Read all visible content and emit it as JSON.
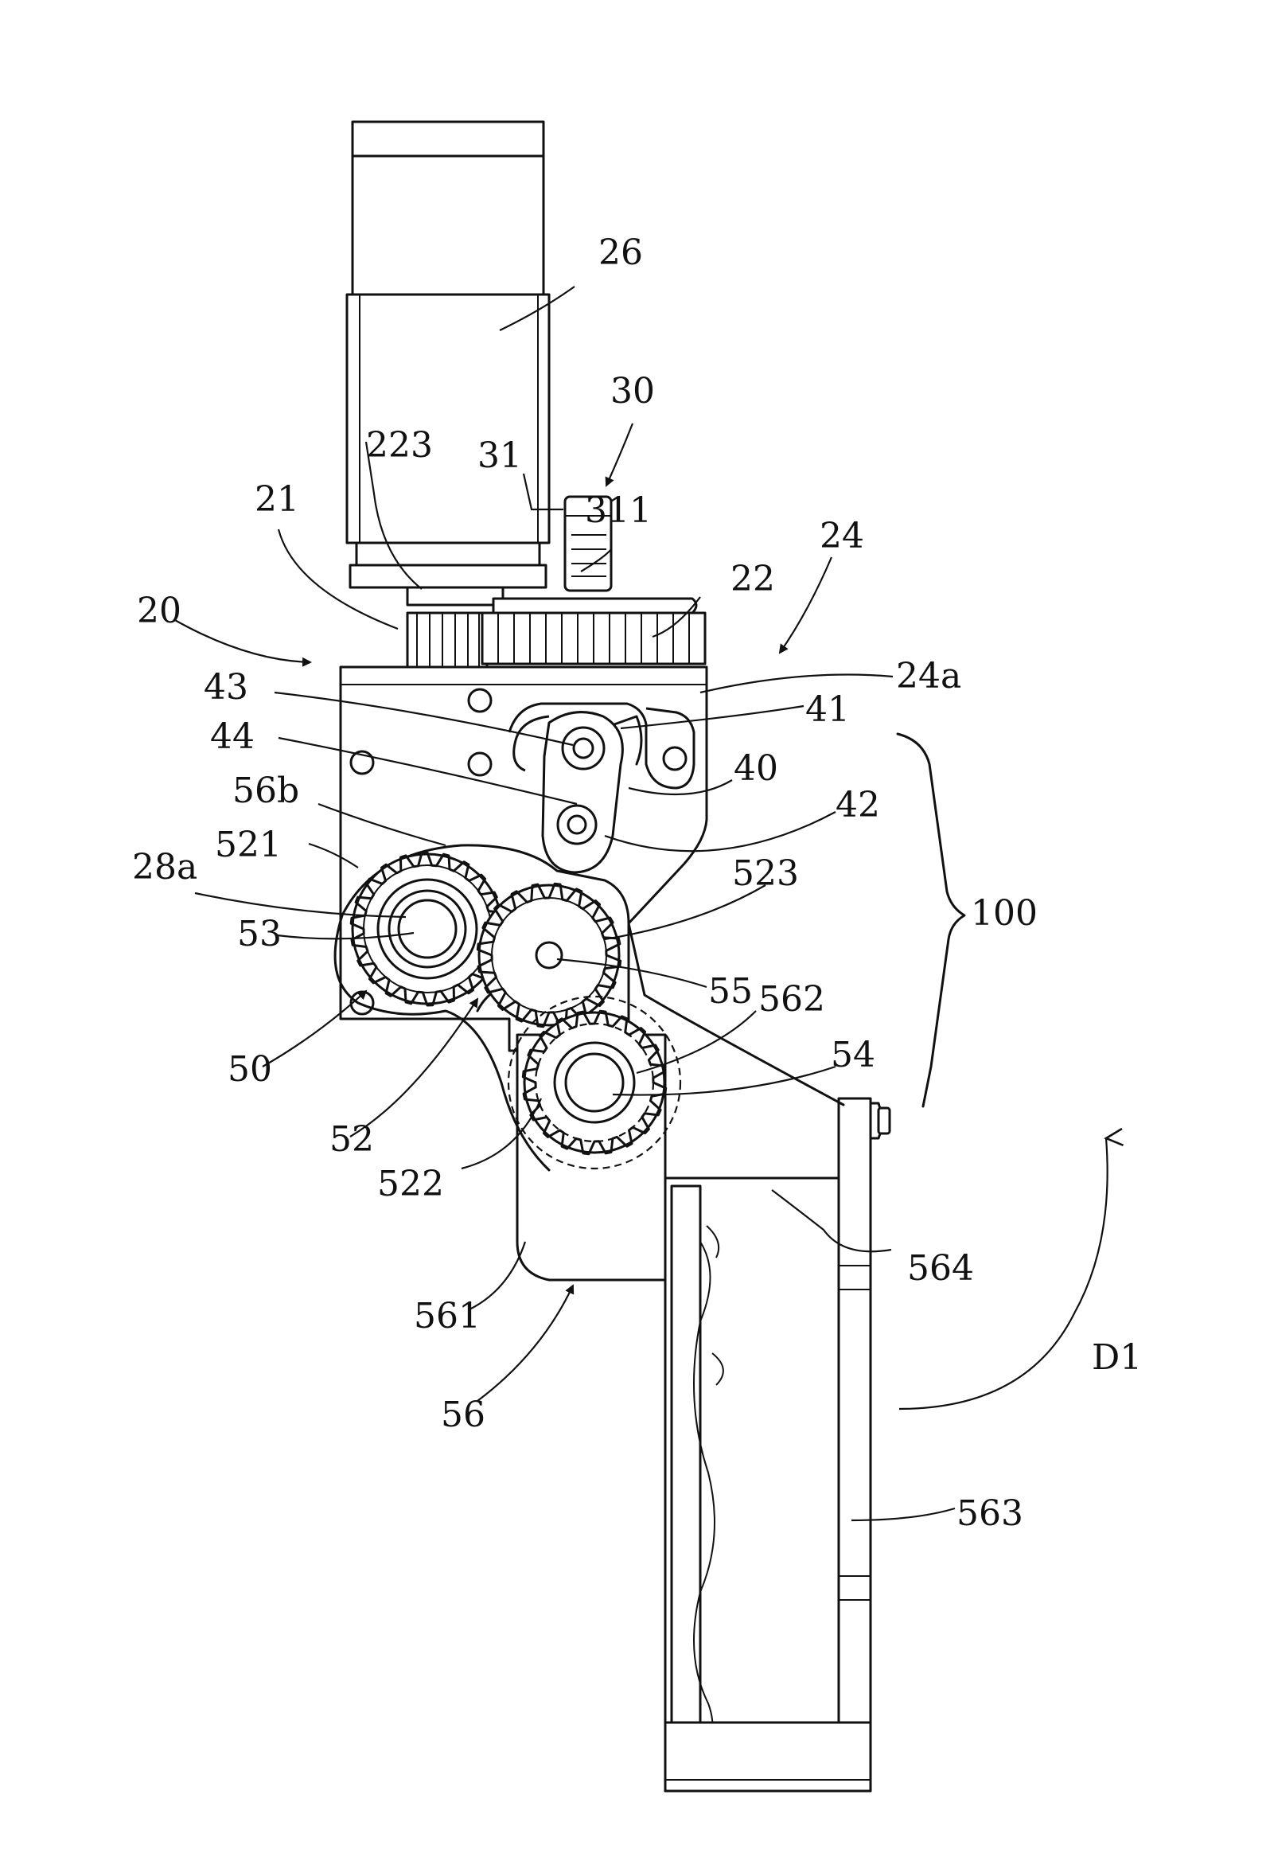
{
  "labels": {
    "l26": "26",
    "l30": "30",
    "l223": "223",
    "l31": "31",
    "l311": "311",
    "l21": "21",
    "l24": "24",
    "l22": "22",
    "l20": "20",
    "l24a": "24a",
    "l43": "43",
    "l41": "41",
    "l44": "44",
    "l40": "40",
    "l56b": "56b",
    "l42": "42",
    "l521": "521",
    "l28a": "28a",
    "l523": "523",
    "l100": "100",
    "l53": "53",
    "l55": "55",
    "l562": "562",
    "l54": "54",
    "l50": "50",
    "l52": "52",
    "l522": "522",
    "l564": "564",
    "l561": "561",
    "lD1": "D1",
    "l56": "56",
    "l563": "563"
  }
}
